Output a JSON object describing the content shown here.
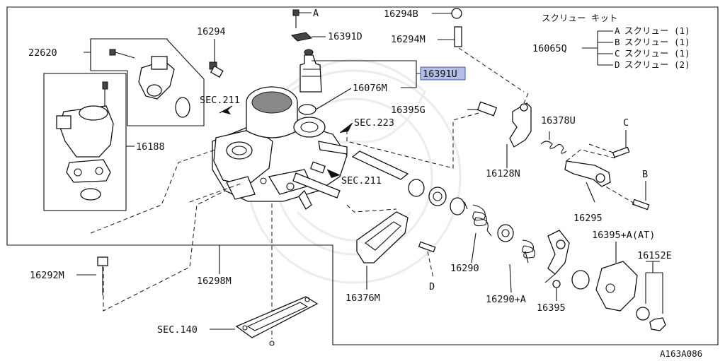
{
  "diagram": {
    "kit_header": "スクリュー キット",
    "kit_items": [
      {
        "letter": "A",
        "text": "スクリュー (1)"
      },
      {
        "letter": "B",
        "text": "スクリュー (1)"
      },
      {
        "letter": "C",
        "text": "スクリュー (1)"
      },
      {
        "letter": "D",
        "text": "スクリュー (2)"
      }
    ],
    "labels": {
      "p22620": "22620",
      "p16294": "16294",
      "p16391d": "16391D",
      "p16294b": "16294B",
      "p16294m": "16294M",
      "p16065q": "16065Q",
      "p16391u": "16391U",
      "p16076m": "16076M",
      "p16395g": "16395G",
      "p16378u": "16378U",
      "p16128n": "16128N",
      "p16188": "16188",
      "p16295": "16295",
      "p16292m": "16292M",
      "p16298m": "16298M",
      "p16376m": "16376M",
      "p16290": "16290",
      "p16290a": "16290+A",
      "p16395": "16395",
      "p16395a": "16395+A(AT)",
      "p16152e": "16152E",
      "sec211a": "SEC.211",
      "sec223": "SEC.223",
      "sec211b": "SEC.211",
      "sec140": "SEC.140",
      "ref_a": "A",
      "ref_b": "B",
      "ref_c": "C",
      "ref_d": "D",
      "diagram_code": "A163A086"
    },
    "highlight_color": "#b3bde6"
  }
}
